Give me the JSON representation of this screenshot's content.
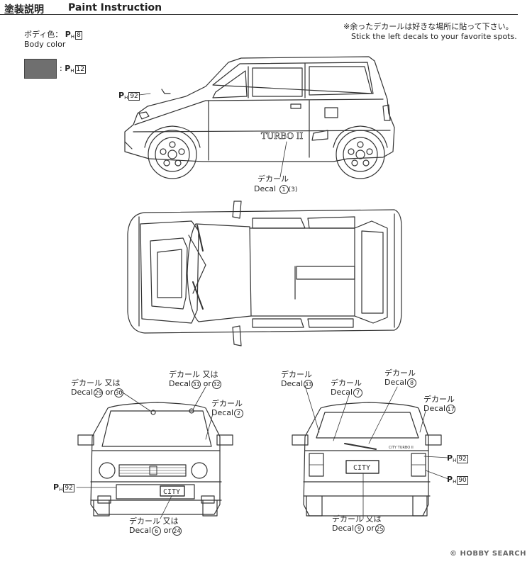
{
  "header": {
    "title_jp": "塗装説明",
    "title_en": "Paint Instruction"
  },
  "note": {
    "jp": "※余ったデカールは好きな場所に貼って下さい。",
    "en": "Stick the left decals to your favorite spots."
  },
  "body_color": {
    "label_jp": "ボディ色：",
    "label_en": "Body color",
    "paint": "8"
  },
  "swatch": {
    "color": "#6f6f6f",
    "paint": "12"
  },
  "ph_prefix": "P",
  "ph_sub": "H",
  "labels": {
    "decal_jp": "デカール",
    "decal_en": "Decal",
    "or_jp": "又は",
    "or_en": "or"
  },
  "side_view": {
    "paint": "92",
    "decal_a": "1",
    "decal_b": "(3)",
    "side_text": "TURBO II"
  },
  "front_view": {
    "decal_left": "29",
    "decal_left_alt": "30",
    "decal_mid": "31",
    "decal_mid_alt": "32",
    "decal_right": "2",
    "paint_grille": "92",
    "decal_plate": "6",
    "decal_plate_alt": "24",
    "plate_text": "CITY"
  },
  "rear_view": {
    "decal_left": "33",
    "decal_center": "7",
    "decal_wiper": "8",
    "decal_right": "17",
    "paint_lamp": "92",
    "paint_bumper": "90",
    "decal_plate": "9",
    "decal_plate_alt": "25",
    "plate_text": "CITY",
    "badge_text": "CITY TURBO II"
  },
  "watermark": "© HOBBY SEARCH"
}
